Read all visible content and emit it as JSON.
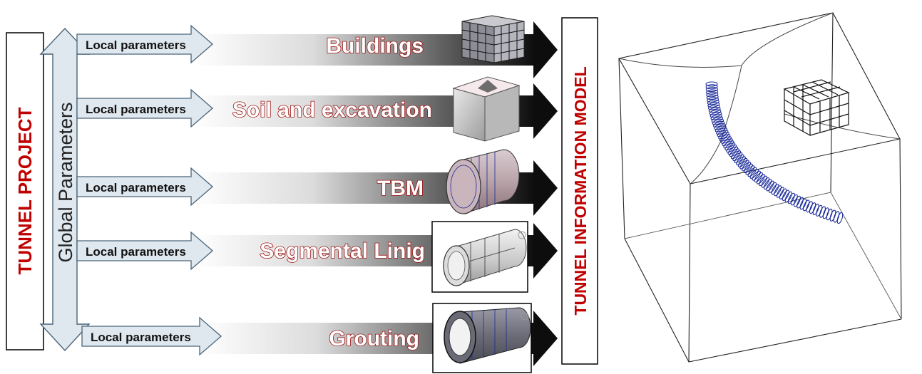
{
  "left_panel": {
    "project_label": "TUNNEL PROJECT",
    "global_label": "Global Parameters",
    "model_label": "TUNNEL INFORMATION  MODEL",
    "local_label": "Local parameters",
    "stages": [
      {
        "name": "Buildings",
        "icon": "building-grid-icon"
      },
      {
        "name": "Soil and excavation",
        "icon": "soil-cube-icon"
      },
      {
        "name": "TBM",
        "icon": "tbm-cylinder-icon"
      },
      {
        "name": "Segmental Linig",
        "icon": "segmental-lining-icon"
      },
      {
        "name": "Grouting",
        "icon": "grouting-cylinder-icon"
      }
    ]
  },
  "right_panel": {
    "view": "3D wireframe model",
    "elements": [
      "soil-block-icon",
      "building-grid-icon",
      "tunnel-rings-icon"
    ]
  },
  "colors": {
    "project_text": "#c00000",
    "stage_outline": "#a01414",
    "arrow_light": "#dfe8ef",
    "arrow_dark": "#111111",
    "tunnel_rings": "#1a2a99"
  }
}
